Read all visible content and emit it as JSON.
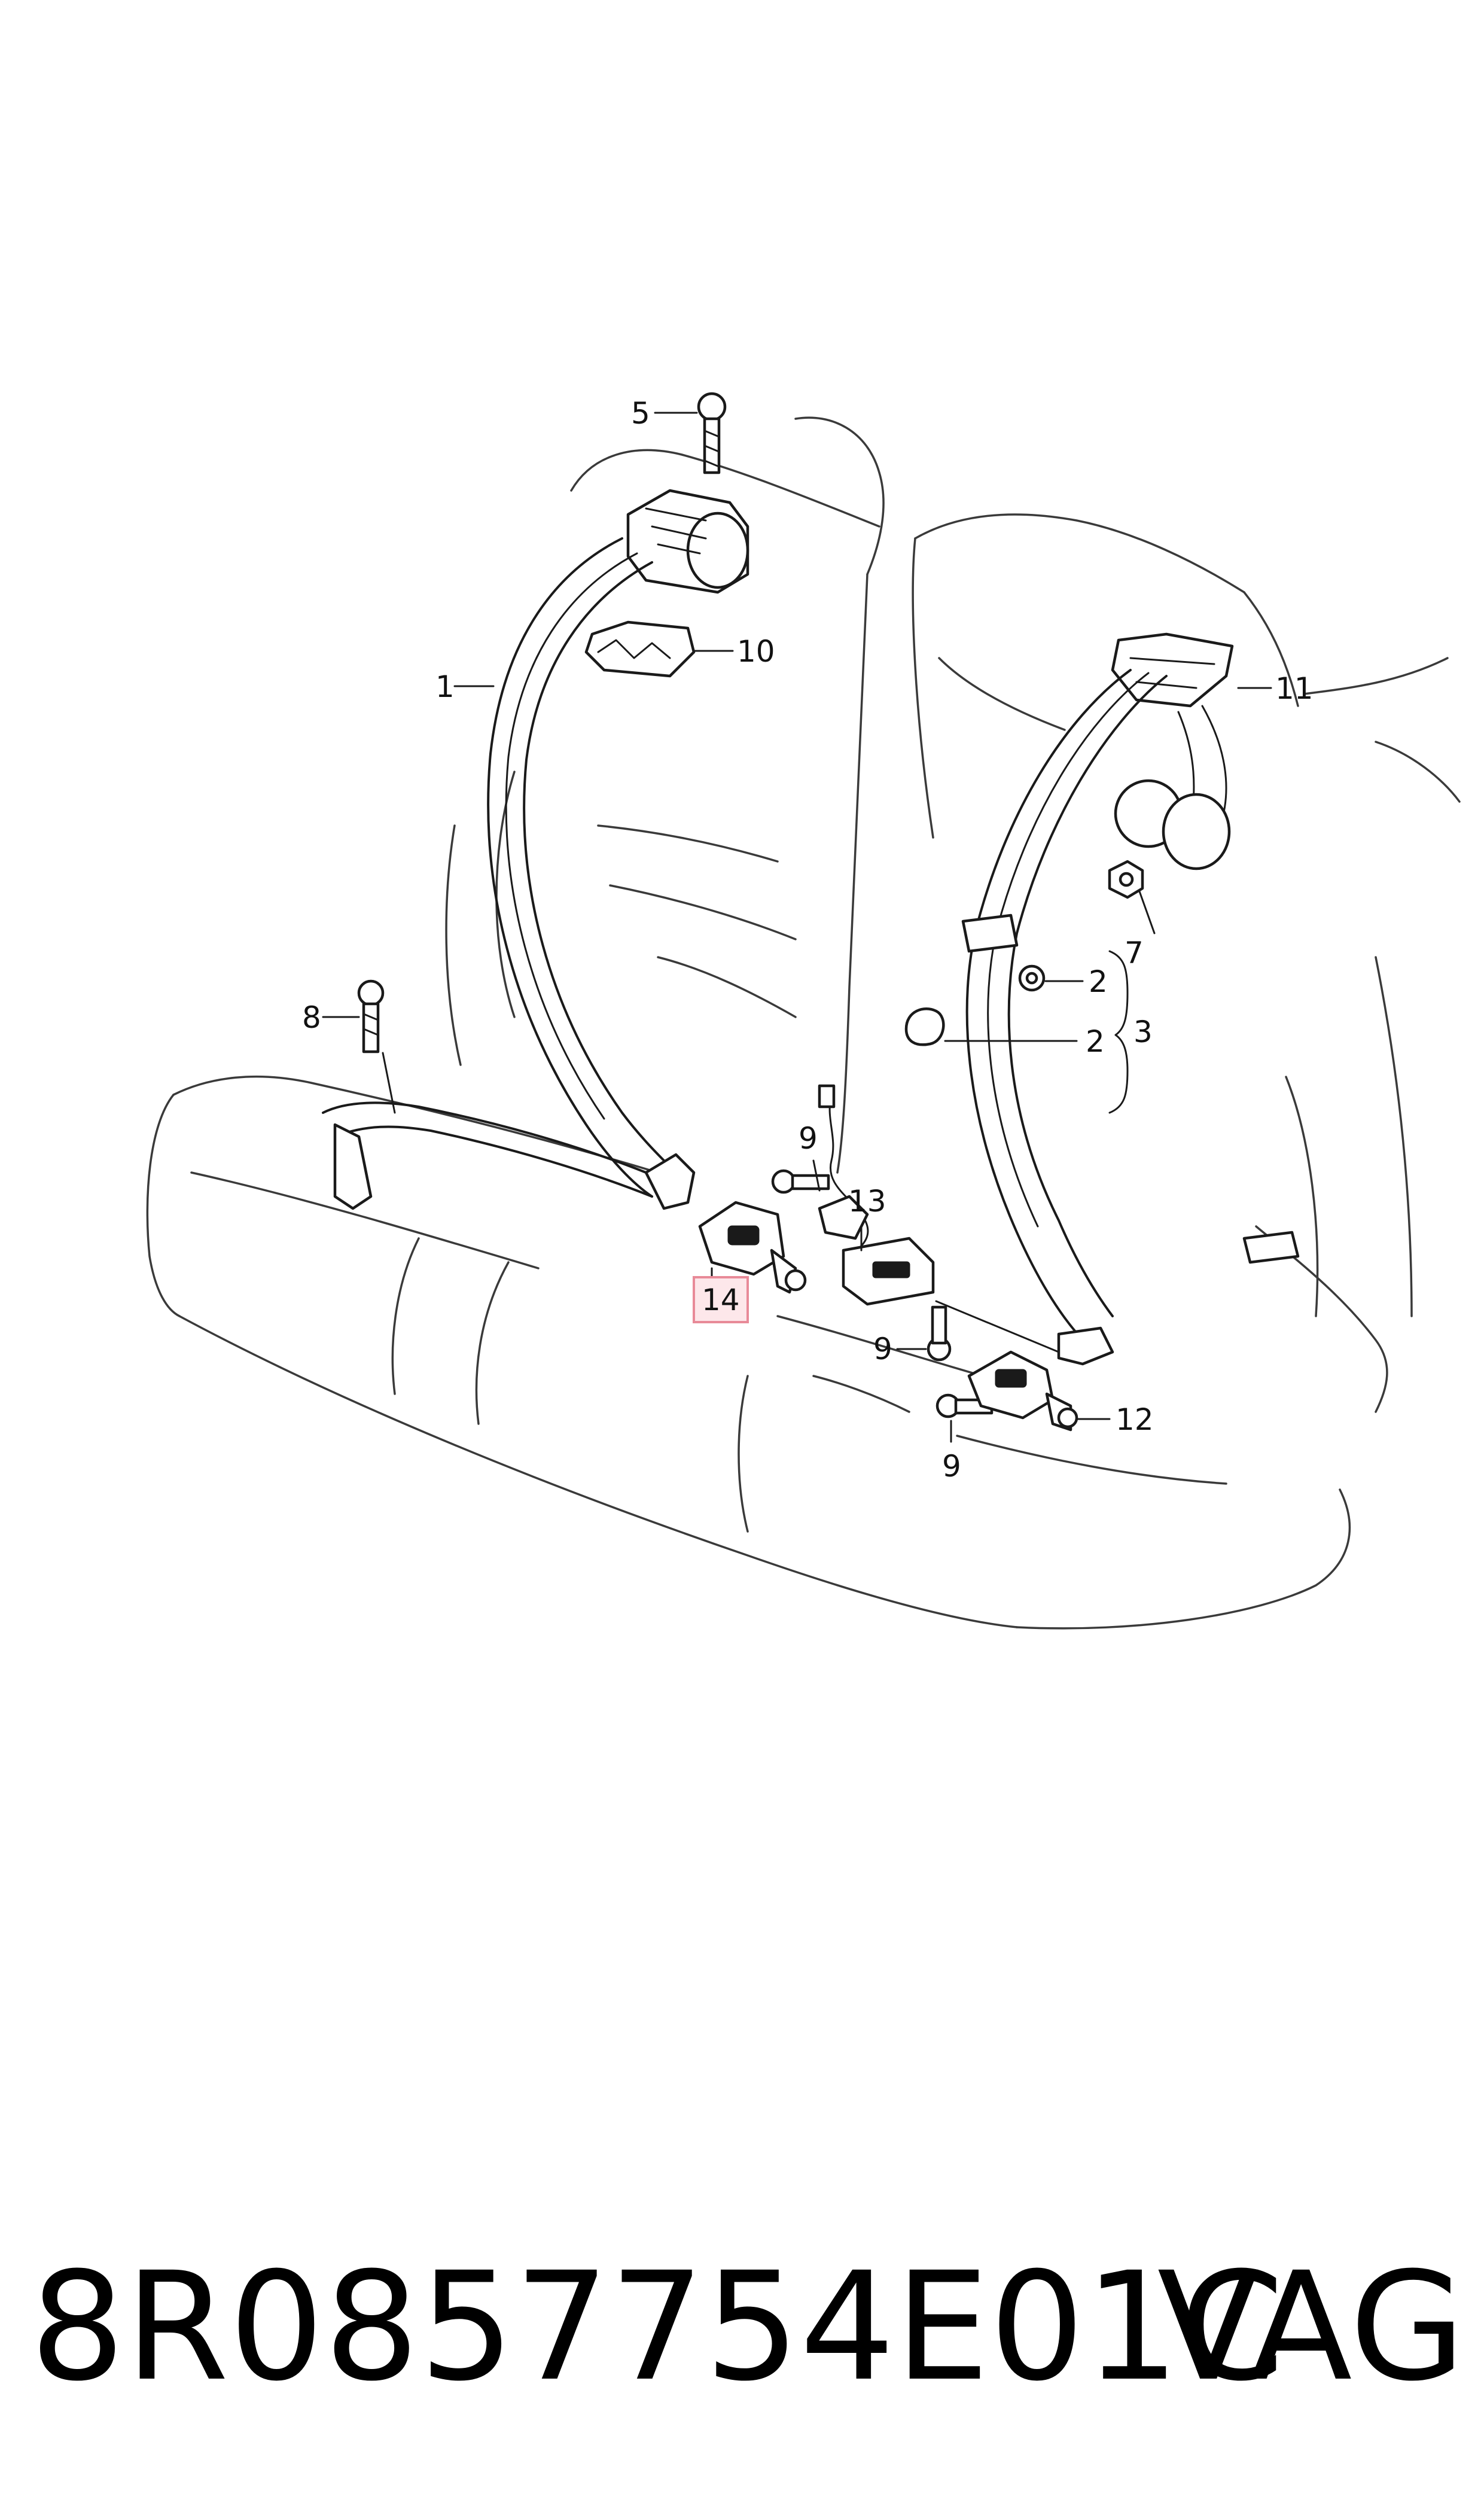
{
  "callouts": {
    "c1": "1",
    "c2a": "2",
    "c2b": "2",
    "c3": "3",
    "c5": "5",
    "c7": "7",
    "c8": "8",
    "c9a": "9",
    "c9b": "9",
    "c9c": "9",
    "c10": "10",
    "c11": "11",
    "c12": "12",
    "c13": "13",
    "c14": "14"
  },
  "highlight": {
    "part": "14",
    "color": "#fde7ea",
    "border": "#e88a98"
  },
  "caption": {
    "part_number": "8R0857754E01C",
    "brand": "VAG"
  }
}
